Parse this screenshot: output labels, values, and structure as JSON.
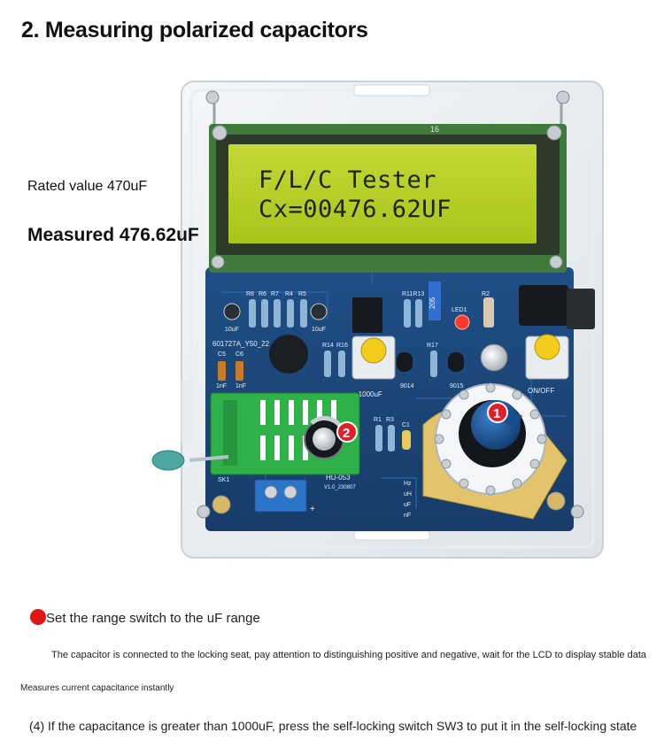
{
  "title": "2. Measuring polarized capacitors",
  "rated_value": "Rated value 470uF",
  "measured_value": "Measured 476.62uF",
  "lcd": {
    "line1": "F/L/C Tester",
    "line2": "Cx=00476.62UF"
  },
  "markers": {
    "range_knob": "1",
    "capacitor": "2"
  },
  "board_labels": {
    "pin_count": "16",
    "board_id": "601727A_Y50_22",
    "model": "HU-053",
    "version": "V1.0_230807",
    "switch_1000uf": ">1000uF",
    "switch_onoff": "ON/OFF",
    "connector": "SK1",
    "led": "LED1",
    "transistor_a": "9014",
    "transistor_b": "9015",
    "cap_left": "10uF",
    "cap_right": "10uF",
    "c5": "C5",
    "c6": "C6",
    "c5_val": "1nF",
    "c6_val": "1nF",
    "c1": "C1",
    "r8": "R8",
    "r6": "R6",
    "r7": "R7",
    "r4": "R4",
    "r5": "R5",
    "r11r13": "R11R13",
    "r14": "R14",
    "r16": "R16",
    "r17": "R17",
    "r1": "R1",
    "r3": "R3",
    "r2": "R2",
    "range_hz": "Hz",
    "range_uh": "uH",
    "range_uf": "uF",
    "range_nf": "nF",
    "pot": "205",
    "plus": "+"
  },
  "instructions": {
    "step": "Set the range switch to the uF range",
    "note1": "The capacitor is connected to the locking seat, pay attention to distinguishing positive and negative, wait for the LCD to display stable data",
    "note2": "Measures current capacitance instantly",
    "note3": "(4) If the capacitance is greater than 1000uF, press the self-locking switch SW3 to put it in the self-locking state"
  }
}
